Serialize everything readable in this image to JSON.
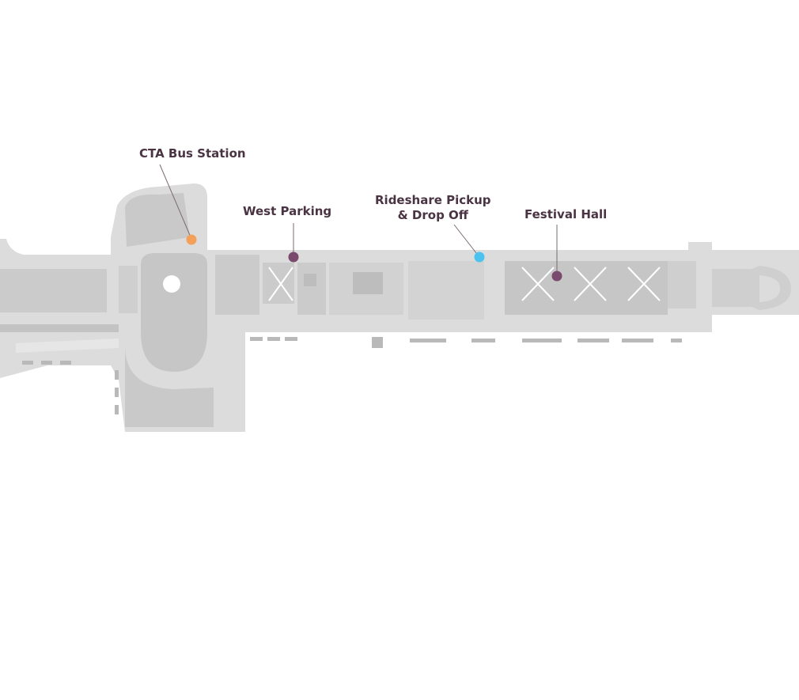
{
  "colors": {
    "base": "#dcdcdc",
    "structure": "#cbcbcb",
    "structure_dark": "#b7b7b7",
    "label_text": "#4a3342",
    "leader_line": "#7a6a74"
  },
  "markers": [
    {
      "id": "cta-bus-station",
      "lines": [
        "CTA Bus Station"
      ],
      "color": "#f4a05a"
    },
    {
      "id": "west-parking",
      "lines": [
        "West Parking"
      ],
      "color": "#7a4a6e"
    },
    {
      "id": "rideshare",
      "lines": [
        "Rideshare Pickup",
        "& Drop Off"
      ],
      "color": "#4cc3ee"
    },
    {
      "id": "festival-hall",
      "lines": [
        "Festival Hall"
      ],
      "color": "#7a4a6e"
    }
  ]
}
